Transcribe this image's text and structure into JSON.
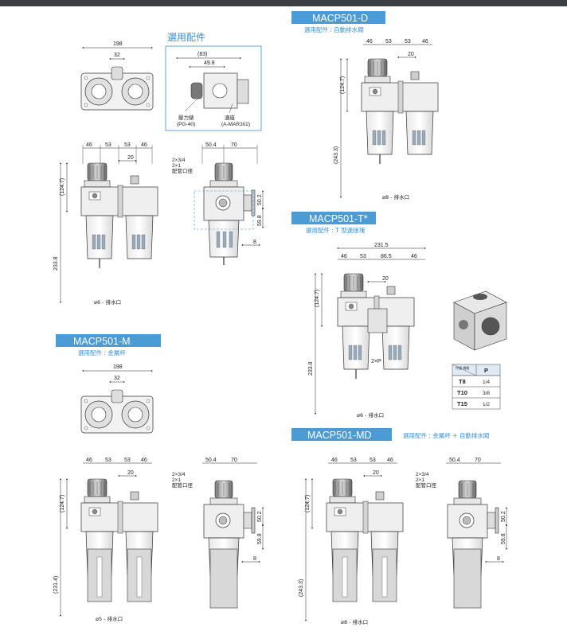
{
  "colors": {
    "accent": "#3a8fd0",
    "tag_bg": "#4a9bd6",
    "topbar": "#3b3f44"
  },
  "options_box": {
    "title": "選用配件",
    "dim1": "(83)",
    "dim2": "49.8",
    "gauge_cn": "壓力錶",
    "gauge_model": "(PG-40)",
    "filter_cn": "濾座",
    "filter_model": "(A-MAR302)"
  },
  "main": {
    "top_w": "198",
    "top_w2": "32",
    "d46a": "46",
    "d53a": "53",
    "d53b": "53",
    "d46b": "46",
    "d20": "20",
    "h124": "(124.7)",
    "h233": "233.8",
    "drain": "ø6 - 排水口",
    "s504": "50.4",
    "s70": "70",
    "port1": "2×3/4",
    "port2": "2×1",
    "port_cn": "配管口徑",
    "s502": "50.2",
    "s598": "59.8",
    "s8": "8"
  },
  "d": {
    "tag": "MACP501-D",
    "sub": "選用配件 : 自動排水閥",
    "d46a": "46",
    "d53a": "53",
    "d53b": "53",
    "d46b": "46",
    "d20": "20",
    "h124": "(124.7)",
    "h243": "(243.3)",
    "drain": "ø8 - 排水口"
  },
  "t": {
    "tag": "MACP501-T*",
    "sub": "選用配件 : T 型連接塊",
    "w": "231.5",
    "d46a": "46",
    "d53": "53",
    "d865": "86.5",
    "d46b": "46",
    "d20": "20",
    "h124": "(124.7)",
    "h233": "233.8",
    "p": "2×P",
    "drain": "ø6 - 排水口",
    "table": {
      "header_cn": "代號\n規格",
      "header_p": "P",
      "rows": [
        {
          "code": "T8",
          "p": "1/4"
        },
        {
          "code": "T10",
          "p": "3/8"
        },
        {
          "code": "T15",
          "p": "1/2"
        }
      ]
    }
  },
  "m": {
    "tag": "MACP501-M",
    "sub": "選用配件 : 金屬杯",
    "top_w": "198",
    "top_w2": "32",
    "d46a": "46",
    "d53a": "53",
    "d53b": "53",
    "d46b": "46",
    "d20": "20",
    "h124": "(124.7)",
    "h231": "(231.4)",
    "drain": "ø5 - 排水口",
    "s504": "50.4",
    "s70": "70",
    "port1": "2×3/4",
    "port2": "2×1",
    "port_cn": "配管口徑",
    "s502": "50.2",
    "s598": "59.8",
    "s8": "8"
  },
  "md": {
    "tag": "MACP501-MD",
    "sub": "選用配件 : 金屬杯 + 自動排水閥",
    "d46a": "46",
    "d53a": "53",
    "d53b": "53",
    "d46b": "46",
    "d20": "20",
    "h124": "(124.7)",
    "h243": "(243.3)",
    "drain": "ø8 - 排水口",
    "s504": "50.4",
    "s70": "70",
    "port1": "2×3/4",
    "port2": "2×1",
    "port_cn": "配管口徑",
    "s502": "50.2",
    "s598": "59.8",
    "s8": "8"
  }
}
